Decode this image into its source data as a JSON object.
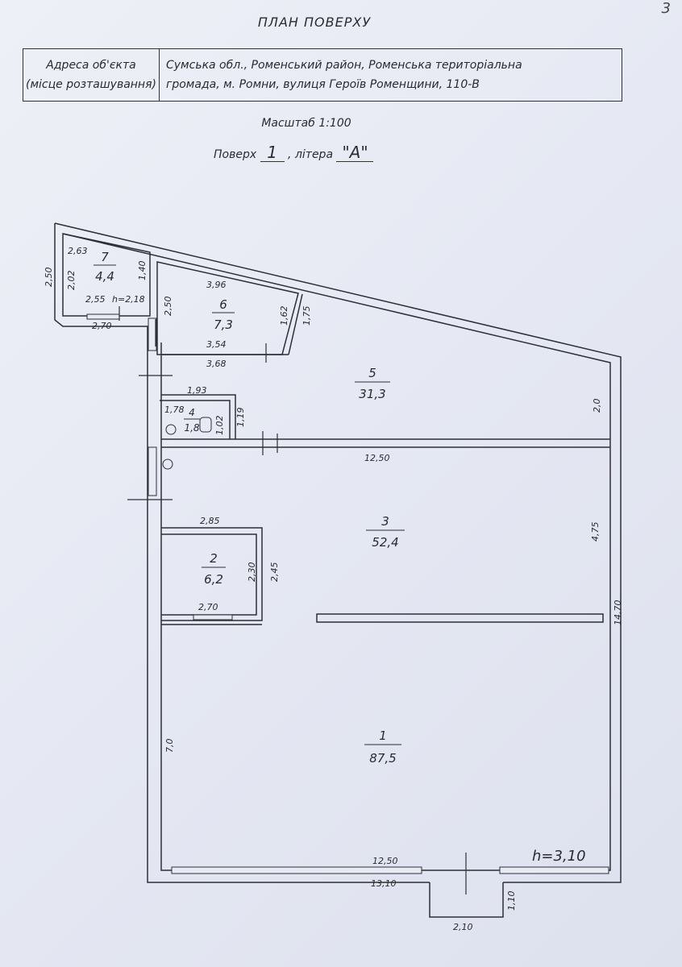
{
  "page_marker": "3",
  "title": "ПЛАН ПОВЕРХУ",
  "address": {
    "label_line1": "Адреса об'єкта",
    "label_line2": "(місце розташування)",
    "value_line1": "Сумська обл., Роменський район, Роменська територіальна",
    "value_line2": "громада, м. Ромни, вулиця Героїв Роменщини, 110-В"
  },
  "scale": "Масштаб 1:100",
  "floor": {
    "label": "Поверх",
    "number": "1",
    "litera_label": ", літера",
    "litera": "\"А\""
  },
  "rooms": [
    {
      "number": "1",
      "area": "87,5"
    },
    {
      "number": "2",
      "area": "6,2"
    },
    {
      "number": "3",
      "area": "52,4"
    },
    {
      "number": "4",
      "area": "1,8"
    },
    {
      "number": "5",
      "area": "31,3"
    },
    {
      "number": "6",
      "area": "7,3"
    },
    {
      "number": "7",
      "area": "4,4"
    }
  ],
  "dimensions": {
    "r7_top": "2,63",
    "r7_left_outer": "2,50",
    "r7_left": "2,02",
    "r7_right": "1,40",
    "r7_bottom": "2,55",
    "r7_height": "h=2,18",
    "r7_outer_bottom": "2,70",
    "r6_top": "3,96",
    "r6_left": "2,50",
    "r6_right": "1,62",
    "r6_bottom": "3,54",
    "r5_slope": "1,75",
    "r5_bottom_left": "3,68",
    "r5_right": "2,0",
    "r4_top": "1,93",
    "r4_left": "1,78",
    "r4_right": "1,02",
    "r4_outer": "1,19",
    "r3_top": "12,50",
    "r3_right": "4,75",
    "r2_top": "2,85",
    "r2_right_inner": "2,30",
    "r2_right_outer": "2,45",
    "r2_bottom": "2,70",
    "r1_left": "7,0",
    "r1_bottom_inner": "12,50",
    "r1_bottom_outer": "13,10",
    "total_right": "14,70",
    "porch_width": "2,10",
    "porch_depth": "1,10"
  },
  "ceiling_height": "h=3,10"
}
